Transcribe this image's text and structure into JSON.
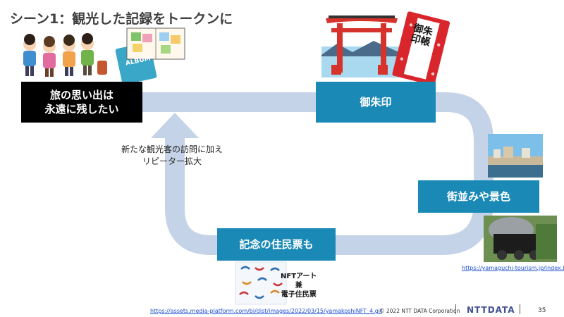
{
  "title": "シーン1：観光した記録をトークンに",
  "boxes": {
    "memories": "旅の思い出は\n永遠に残したい",
    "goshuin": "御朱印",
    "scenery": "街並みや景色",
    "nft_resident": "記念の住民票も"
  },
  "cycle_note": "新たな観光客の訪問に加え\nリピーター拡大",
  "nft_note": "NFTアート\n兼\n電子住民票",
  "album_label": "ALBUM",
  "goshuin_book_label": "御朱印帳",
  "links": {
    "tourism": "https://yamaguchi-tourism.jp/index.html",
    "nft_image": "https://assets.media-platform.com/bi/dist/images/2022/03/15/yamakoshiNFT_4.gif"
  },
  "footer": {
    "copyright": "© 2022 NTT DATA Corporation",
    "logo": "NTTDATA",
    "page_number": "35"
  },
  "colors": {
    "flow": "#c5d3e8",
    "box_blue": "#1a89b6",
    "box_black": "#000000",
    "title": "#404040"
  }
}
